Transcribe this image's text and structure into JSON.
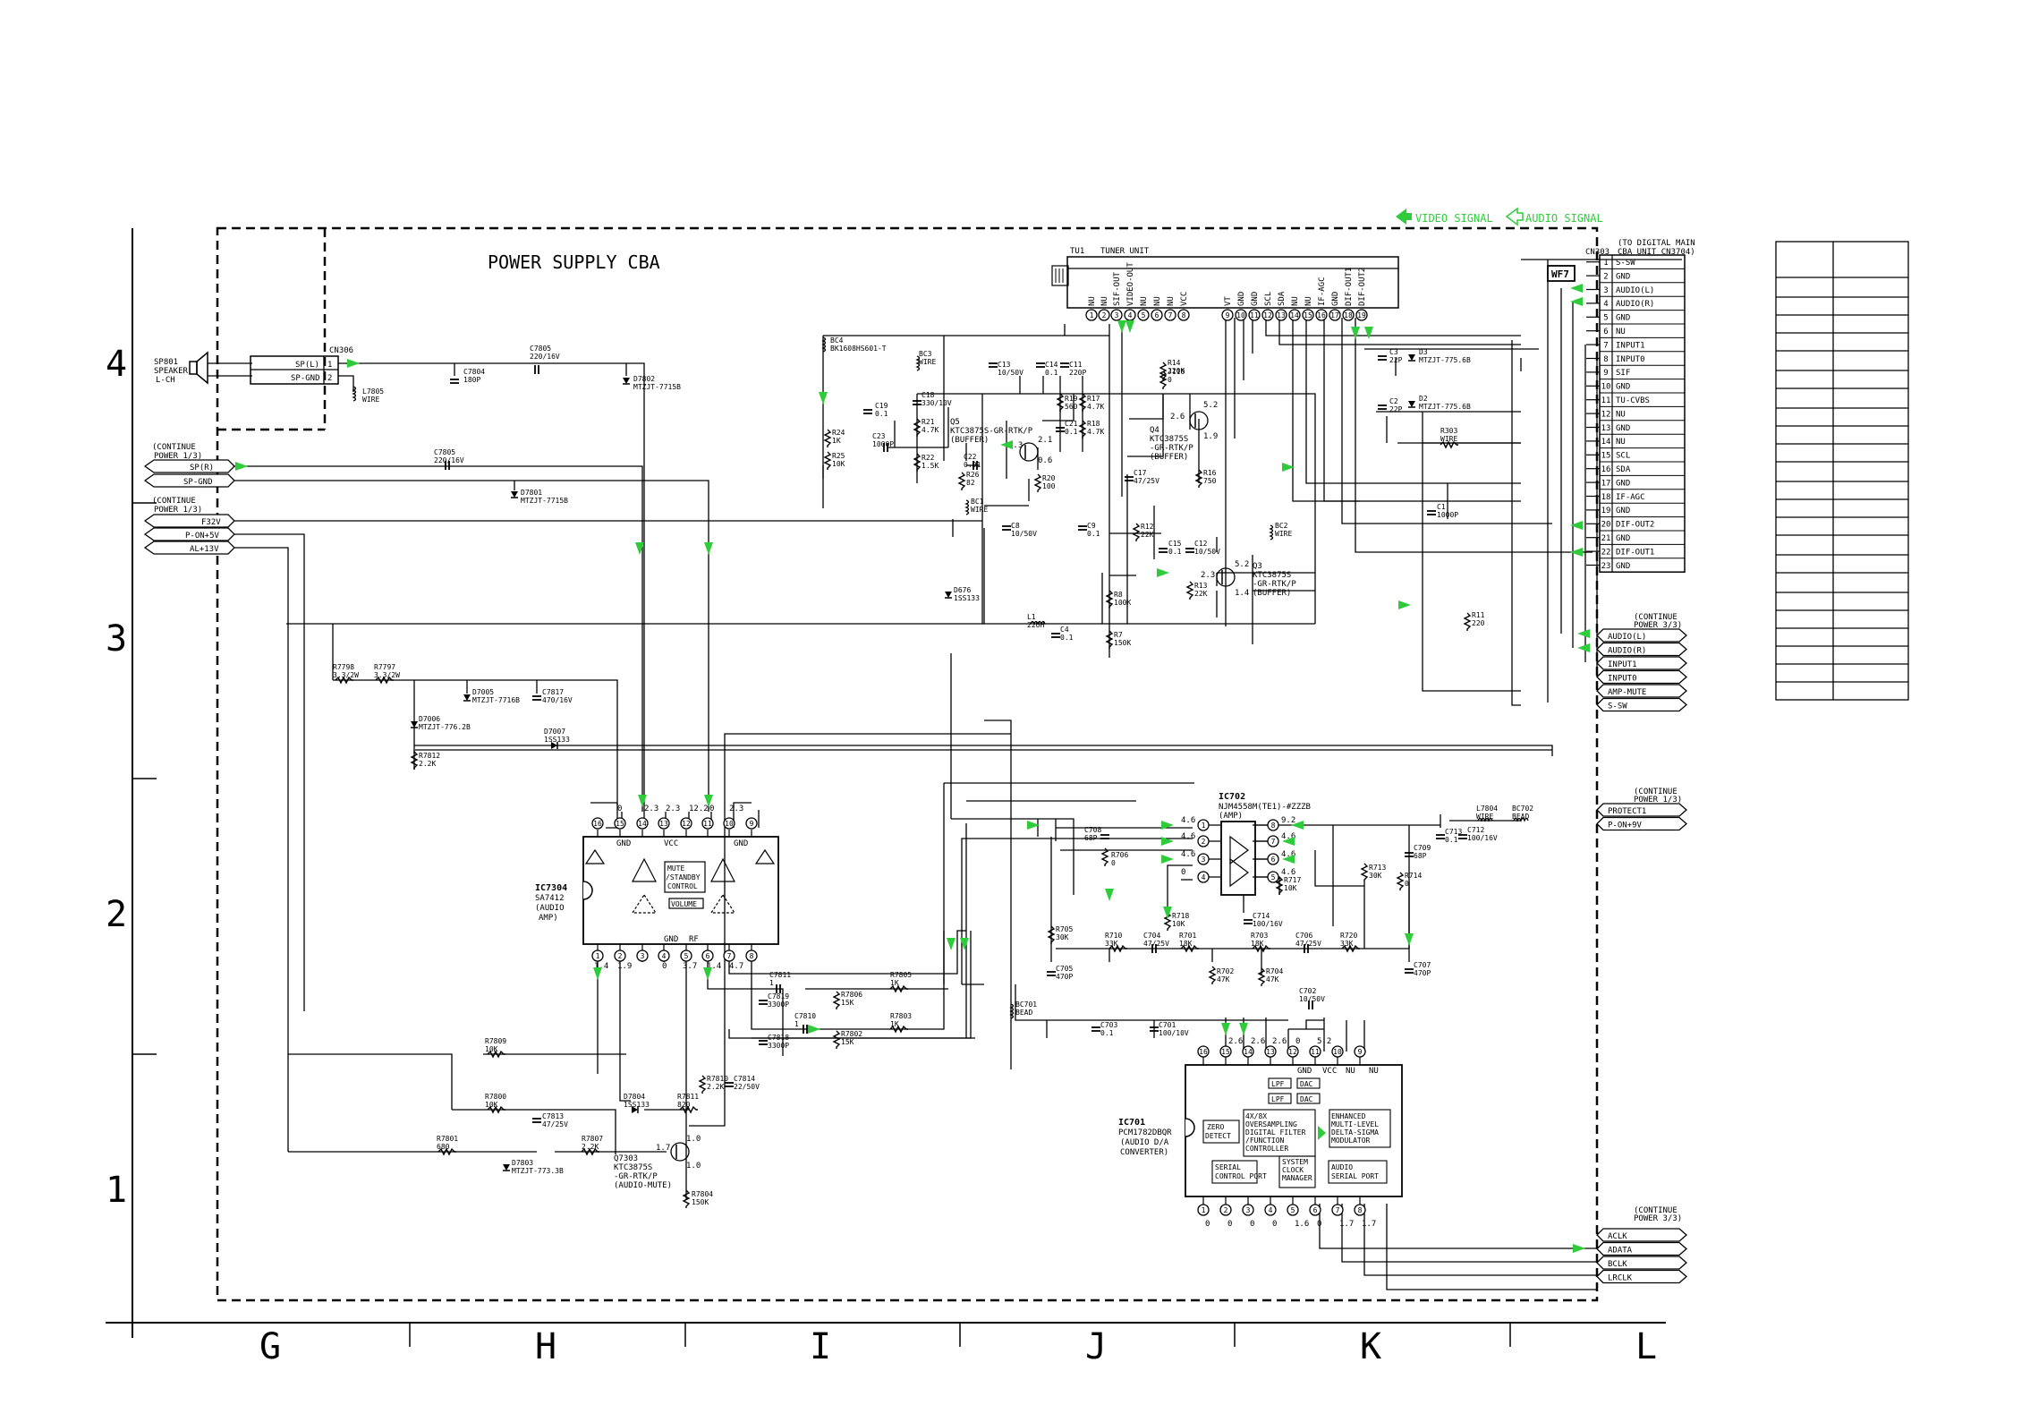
{
  "board_title": "POWER SUPPLY CBA",
  "legend": {
    "video": "VIDEO SIGNAL",
    "audio": "AUDIO SIGNAL"
  },
  "row_labels": [
    "4",
    "3",
    "2",
    "1"
  ],
  "col_labels": [
    "G",
    "H",
    "I",
    "J",
    "K",
    "L"
  ],
  "speaker": {
    "ref": "SP801",
    "l1": "SPEAKER",
    "l2": "L-CH"
  },
  "cn306": {
    "ref": "CN306",
    "pins": [
      {
        "n": "1",
        "name": "SP(L)"
      },
      {
        "n": "2",
        "name": "SP-GND"
      }
    ]
  },
  "left_ports": {
    "continue1": [
      "(CONTINUE",
      "POWER 1/3)"
    ],
    "group1": [
      "SP(R)",
      "SP-GND"
    ],
    "continue2": [
      "(CONTINUE",
      "POWER 1/3)"
    ],
    "group2": [
      "F32V",
      "P-ON+5V",
      "AL+13V"
    ]
  },
  "tuner": {
    "ref": "TU1",
    "name": "TUNER UNIT",
    "pins": [
      "NU",
      "NU",
      "SIF-OUT",
      "VIDEO-OUT",
      "NU",
      "NU",
      "NU",
      "VCC",
      "VT",
      "GND",
      "GND",
      "SCL",
      "SDA",
      "NU",
      "NU",
      "IF-AGC",
      "GND",
      "DIF-OUT1",
      "DIF-OUT2"
    ]
  },
  "cn303": {
    "ref": "CN303",
    "note": [
      "(TO DIGITAL MAIN",
      "CBA UNIT CN3704)"
    ],
    "wf": "WF7",
    "pins": [
      "S-SW",
      "GND",
      "AUDIO(L)",
      "AUDIO(R)",
      "GND",
      "NU",
      "INPUT1",
      "INPUT0",
      "SIF",
      "GND",
      "TU-CVBS",
      "NU",
      "GND",
      "NU",
      "SCL",
      "SDA",
      "GND",
      "IF-AGC",
      "GND",
      "DIF-OUT2",
      "GND",
      "DIF-OUT1",
      "GND"
    ]
  },
  "right_ports": {
    "c1": [
      "(CONTINUE",
      "POWER 3/3)"
    ],
    "g1": [
      "AUDIO(L)",
      "AUDIO(R)",
      "INPUT1",
      "INPUT0",
      "AMP-MUTE",
      "S-SW"
    ],
    "c2": [
      "(CONTINUE",
      "POWER 1/3)"
    ],
    "g2": [
      "PROTECT1",
      "P-ON+9V"
    ],
    "c3": [
      "(CONTINUE",
      "POWER 3/3)"
    ],
    "g3": [
      "ACLK",
      "ADATA",
      "BCLK",
      "LRCLK"
    ]
  },
  "ic7304": {
    "ref": "IC7304",
    "part": "SA7412",
    "func": [
      "(AUDIO",
      "AMP)"
    ],
    "top_pins": [
      "16",
      "15",
      "14",
      "13",
      "12",
      "11",
      "10",
      "9"
    ],
    "bot_pins": [
      "1",
      "2",
      "3",
      "4",
      "5",
      "6",
      "7",
      "8"
    ],
    "top_v": [
      "0",
      "2.3",
      "2.3",
      "12.2",
      "0",
      "2.3"
    ],
    "bot_v": [
      "1.4",
      "1.9",
      "0",
      "3.7",
      "1.4",
      "4.7"
    ],
    "labels": {
      "gnd_top": "GND",
      "vcc": "VCC",
      "gnd_top2": "GND",
      "mute": [
        "MUTE",
        "/STANDBY",
        "CONTROL"
      ],
      "volume": "VOLUME",
      "gnd_bot": "GND",
      "rf": "RF"
    }
  },
  "ic702": {
    "ref": "IC702",
    "part": "NJM4558M(TE1)-#ZZZB",
    "func": "(AMP)",
    "left_pins": [
      "1",
      "2",
      "3",
      "4"
    ],
    "right_pins": [
      "8",
      "7",
      "6",
      "5"
    ],
    "v_left": [
      "4.6",
      "4.6",
      "4.6",
      "0"
    ],
    "v_right": [
      "9.2",
      "4.6",
      "4.6",
      "4.6"
    ]
  },
  "ic701": {
    "ref": "IC701",
    "part": "PCM1782DBQR",
    "func": [
      "(AUDIO D/A",
      "CONVERTER)"
    ],
    "top_pins": [
      "16",
      "15",
      "14",
      "13",
      "12",
      "11",
      "10",
      "9"
    ],
    "bot_pins": [
      "1",
      "2",
      "3",
      "4",
      "5",
      "6",
      "7",
      "8"
    ],
    "top_v": [
      "2.6",
      "2.6",
      "2.6",
      "0",
      "5.2"
    ],
    "bot_v": [
      "0",
      "0",
      "0",
      "0",
      "1.6",
      "0",
      "1.7",
      "1.7"
    ],
    "pin_names": [
      "GND",
      "VCC",
      "NU",
      "NU"
    ],
    "blocks": {
      "lpf": "LPF",
      "dac": "DAC",
      "zero": [
        "ZERO",
        "DETECT"
      ],
      "osf": [
        "4X/8X",
        "OVERSAMPLING",
        "DIGITAL FILTER",
        "/FUNCTION",
        "CONTROLLER"
      ],
      "dsm": [
        "ENHANCED",
        "MULTI-LEVEL",
        "DELTA-SIGMA",
        "MODULATOR"
      ],
      "scp": [
        "SERIAL",
        "CONTROL PORT"
      ],
      "scm": [
        "SYSTEM",
        "CLOCK",
        "MANAGER"
      ],
      "asp": [
        "AUDIO",
        "SERIAL PORT"
      ]
    }
  },
  "transistors": {
    "q5": {
      "ref": "Q5",
      "part": "KTC3875S-GR-RTK/P",
      "func": "(BUFFER)",
      "v": [
        "2.1",
        "1.3",
        "0.6"
      ]
    },
    "q4": {
      "ref": "Q4",
      "part": "KTC3875S",
      "p2": "-GR-RTK/P",
      "func": "(BUFFER)",
      "v": [
        "2.6",
        "5.2",
        "1.9"
      ]
    },
    "q3": {
      "ref": "Q3",
      "part": "KTC3875S",
      "p2": "-GR-RTK/P",
      "func": "(BUFFER)",
      "v": [
        "5.2",
        "2.3",
        "1.4"
      ]
    },
    "q7303": {
      "ref": "Q7303",
      "part": "KTC3875S",
      "p2": "-GR-RTK/P",
      "func": "(AUDIO-MUTE)",
      "v": [
        "1.7",
        "1.0",
        "1.0"
      ]
    }
  },
  "components": [
    {
      "ref": "C7805",
      "val": "220/16V"
    },
    {
      "ref": "C7804",
      "val": "180P"
    },
    {
      "ref": "L7805",
      "val": "WIRE"
    },
    {
      "ref": "D7802",
      "val": "MTZJT-7715B"
    },
    {
      "ref": "C7805",
      "val": "220/16V"
    },
    {
      "ref": "D7801",
      "val": "MTZJT-7715B"
    },
    {
      "ref": "BC4",
      "val": "BK1608HS601-T"
    },
    {
      "ref": "BC3",
      "val": "WIRE"
    },
    {
      "ref": "C13",
      "val": "10/50V"
    },
    {
      "ref": "C14",
      "val": "0.1"
    },
    {
      "ref": "C11",
      "val": "220P"
    },
    {
      "ref": "R14",
      "val": "220K"
    },
    {
      "ref": "J110",
      "val": "0"
    },
    {
      "ref": "C19",
      "val": "0.1"
    },
    {
      "ref": "C18",
      "val": "330/10V"
    },
    {
      "ref": "R19",
      "val": "560"
    },
    {
      "ref": "R17",
      "val": "4.7K"
    },
    {
      "ref": "R24",
      "val": "1K"
    },
    {
      "ref": "R21",
      "val": "4.7K"
    },
    {
      "ref": "C23",
      "val": "1000P"
    },
    {
      "ref": "C21",
      "val": "0.1"
    },
    {
      "ref": "R18",
      "val": "4.7K"
    },
    {
      "ref": "R25",
      "val": "10K"
    },
    {
      "ref": "R22",
      "val": "1.5K"
    },
    {
      "ref": "C22",
      "val": "0.01"
    },
    {
      "ref": "R26",
      "val": "82"
    },
    {
      "ref": "R20",
      "val": "100"
    },
    {
      "ref": "C17",
      "val": "47/25V"
    },
    {
      "ref": "R16",
      "val": "750"
    },
    {
      "ref": "BC1",
      "val": "WIRE"
    },
    {
      "ref": "C8",
      "val": "10/50V"
    },
    {
      "ref": "C9",
      "val": "0.1"
    },
    {
      "ref": "R12",
      "val": "22K"
    },
    {
      "ref": "C15",
      "val": "0.1"
    },
    {
      "ref": "C12",
      "val": "10/50V"
    },
    {
      "ref": "BC2",
      "val": "WIRE"
    },
    {
      "ref": "R13",
      "val": "22K"
    },
    {
      "ref": "D676",
      "val": "1SS133"
    },
    {
      "ref": "R8",
      "val": "100K"
    },
    {
      "ref": "L1",
      "val": "22UH"
    },
    {
      "ref": "C4",
      "val": "0.1"
    },
    {
      "ref": "R7",
      "val": "150K"
    },
    {
      "ref": "C3",
      "val": "22P"
    },
    {
      "ref": "D3",
      "val": "MTZJT-775.6B"
    },
    {
      "ref": "C2",
      "val": "22P"
    },
    {
      "ref": "D2",
      "val": "MTZJT-775.6B"
    },
    {
      "ref": "R303",
      "val": "WIRE"
    },
    {
      "ref": "C1",
      "val": "1000P"
    },
    {
      "ref": "R11",
      "val": "220"
    },
    {
      "ref": "R7798",
      "val": "3.3/2W"
    },
    {
      "ref": "R7797",
      "val": "3.3/2W"
    },
    {
      "ref": "D7005",
      "val": "MTZJT-7716B"
    },
    {
      "ref": "C7817",
      "val": "470/16V"
    },
    {
      "ref": "D7006",
      "val": "MTZJT-776.2B"
    },
    {
      "ref": "D7007",
      "val": "1SS133"
    },
    {
      "ref": "R7812",
      "val": "2.2K"
    },
    {
      "ref": "C708",
      "val": "68P"
    },
    {
      "ref": "R706",
      "val": "0"
    },
    {
      "ref": "L7804",
      "val": "WIRE"
    },
    {
      "ref": "BC702",
      "val": "BEAD"
    },
    {
      "ref": "C713",
      "val": "0.1"
    },
    {
      "ref": "C712",
      "val": "100/16V"
    },
    {
      "ref": "C709",
      "val": "68P"
    },
    {
      "ref": "R713",
      "val": "30K"
    },
    {
      "ref": "R714",
      "val": "0"
    },
    {
      "ref": "R718",
      "val": "10K"
    },
    {
      "ref": "C714",
      "val": "100/16V"
    },
    {
      "ref": "R717",
      "val": "10K"
    },
    {
      "ref": "R705",
      "val": "30K"
    },
    {
      "ref": "R710",
      "val": "33K"
    },
    {
      "ref": "C704",
      "val": "47/25V"
    },
    {
      "ref": "R701",
      "val": "18K"
    },
    {
      "ref": "R703",
      "val": "18K"
    },
    {
      "ref": "C706",
      "val": "47/25V"
    },
    {
      "ref": "R720",
      "val": "33K"
    },
    {
      "ref": "C705",
      "val": "470P"
    },
    {
      "ref": "R702",
      "val": "47K"
    },
    {
      "ref": "R704",
      "val": "47K"
    },
    {
      "ref": "C707",
      "val": "470P"
    },
    {
      "ref": "C702",
      "val": "10/50V"
    },
    {
      "ref": "BC701",
      "val": "BEAD"
    },
    {
      "ref": "C703",
      "val": "0.1"
    },
    {
      "ref": "C701",
      "val": "100/10V"
    },
    {
      "ref": "C7811",
      "val": "1"
    },
    {
      "ref": "R7805",
      "val": "1K"
    },
    {
      "ref": "C7819",
      "val": "3300P"
    },
    {
      "ref": "R7806",
      "val": "15K"
    },
    {
      "ref": "C7810",
      "val": "1"
    },
    {
      "ref": "R7803",
      "val": "1K"
    },
    {
      "ref": "C7818",
      "val": "3300P"
    },
    {
      "ref": "R7802",
      "val": "15K"
    },
    {
      "ref": "R7809",
      "val": "10K"
    },
    {
      "ref": "R7810",
      "val": "2.2K"
    },
    {
      "ref": "C7814",
      "val": "22/50V"
    },
    {
      "ref": "R7800",
      "val": "10K"
    },
    {
      "ref": "D7804",
      "val": "1SS133"
    },
    {
      "ref": "R7811",
      "val": "820"
    },
    {
      "ref": "C7813",
      "val": "47/25V"
    },
    {
      "ref": "R7801",
      "val": "680"
    },
    {
      "ref": "R7807",
      "val": "2.2K"
    },
    {
      "ref": "D7803",
      "val": "MTZJT-773.3B"
    },
    {
      "ref": "R7804",
      "val": "150K"
    }
  ]
}
